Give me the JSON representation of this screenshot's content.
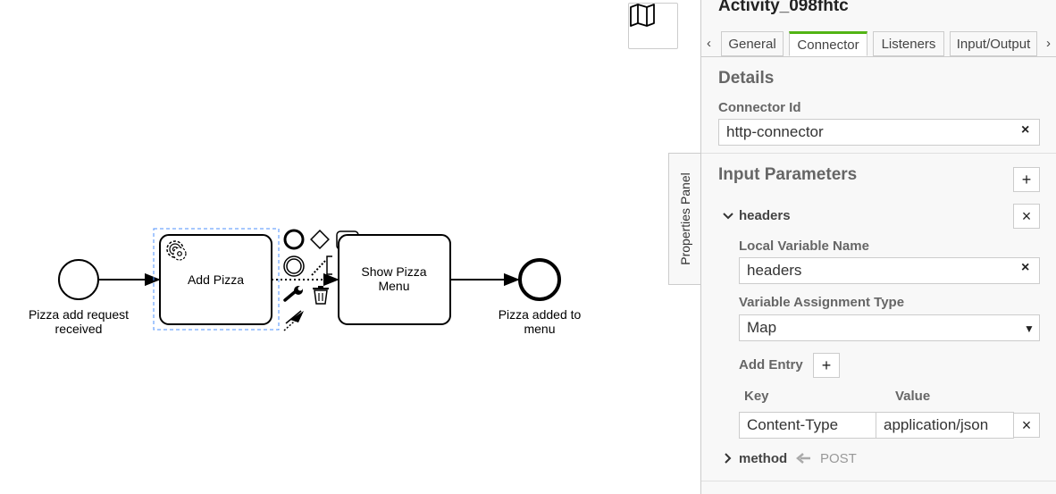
{
  "diagram": {
    "start_event_label": "Pizza add request received",
    "task1_label": "Add Pizza",
    "task2_label": "Show Pizza Menu",
    "end_event_label": "Pizza added to menu"
  },
  "canvas": {
    "minimap_icon": "map-icon",
    "properties_tab_label": "Properties Panel"
  },
  "panel": {
    "title": "Activity_098fhtc",
    "tabs": [
      {
        "label": "General"
      },
      {
        "label": "Connector"
      },
      {
        "label": "Listeners"
      },
      {
        "label": "Input/Output"
      }
    ],
    "active_tab": "Connector",
    "details": {
      "header": "Details",
      "connector_id_label": "Connector Id",
      "connector_id_value": "http-connector"
    },
    "input_params": {
      "header": "Input Parameters",
      "add_symbol": "+",
      "headers_param": {
        "name": "headers",
        "local_var_label": "Local Variable Name",
        "local_var_value": "headers",
        "assignment_type_label": "Variable Assignment Type",
        "assignment_type_value": "Map",
        "add_entry_label": "Add Entry",
        "key_header": "Key",
        "value_header": "Value",
        "entries": [
          {
            "key": "Content-Type",
            "value": "application/json"
          }
        ]
      },
      "method_param": {
        "name": "method",
        "value": "POST"
      }
    },
    "clear_symbol": "×",
    "remove_symbol": "×"
  }
}
